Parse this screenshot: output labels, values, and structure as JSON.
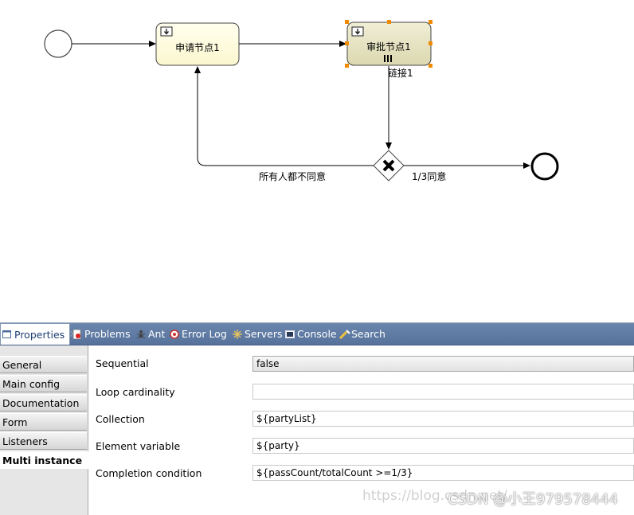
{
  "diagram": {
    "task1_label": "申请节点1",
    "task2_label": "审批节点1",
    "link_label": "链接1",
    "reject_label": "所有人都不同意",
    "approve_label": "1/3同意"
  },
  "panel_tabs": [
    {
      "label": "Properties",
      "icon": "properties-icon"
    },
    {
      "label": "Problems",
      "icon": "problems-icon"
    },
    {
      "label": "Ant",
      "icon": "ant-icon"
    },
    {
      "label": "Error Log",
      "icon": "error-log-icon"
    },
    {
      "label": "Servers",
      "icon": "servers-icon"
    },
    {
      "label": "Console",
      "icon": "console-icon"
    },
    {
      "label": "Search",
      "icon": "search-icon"
    }
  ],
  "left_tabs": [
    "General",
    "Main config",
    "Documentation",
    "Form",
    "Listeners",
    "Multi instance"
  ],
  "properties": {
    "sequential_label": "Sequential",
    "sequential_value": "false",
    "loop_label": "Loop cardinality",
    "loop_value": "",
    "collection_label": "Collection",
    "collection_value": "${partyList}",
    "element_var_label": "Element variable",
    "element_var_value": "${party}",
    "completion_label": "Completion condition",
    "completion_value": "${passCount/totalCount >=1/3}"
  },
  "watermark": {
    "faint": "https://blog.csdn.net/",
    "strong": "CSDN @小王979578444"
  }
}
